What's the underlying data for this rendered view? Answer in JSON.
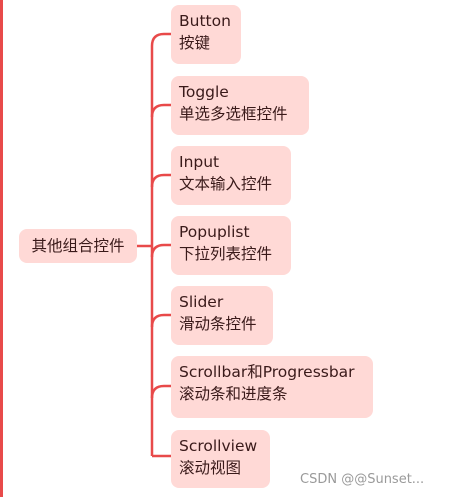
{
  "root": {
    "label": "其他组合控件"
  },
  "children": [
    {
      "title": "Button",
      "subtitle": "按键"
    },
    {
      "title": "Toggle",
      "subtitle": "单选多选框控件"
    },
    {
      "title": "Input",
      "subtitle": "文本输入控件"
    },
    {
      "title": "Popuplist",
      "subtitle": "下拉列表控件"
    },
    {
      "title": "Slider",
      "subtitle": "滑动条控件"
    },
    {
      "title": "Scrollbar和Progressbar",
      "subtitle": "滚动条和进度条"
    },
    {
      "title": "Scrollview",
      "subtitle": "滚动视图"
    }
  ],
  "watermark": "CSDN @@Sunset...",
  "colors": {
    "connector": "#e84a4a",
    "node_fill": "#ffd9d6",
    "text": "#3a1a1a"
  }
}
